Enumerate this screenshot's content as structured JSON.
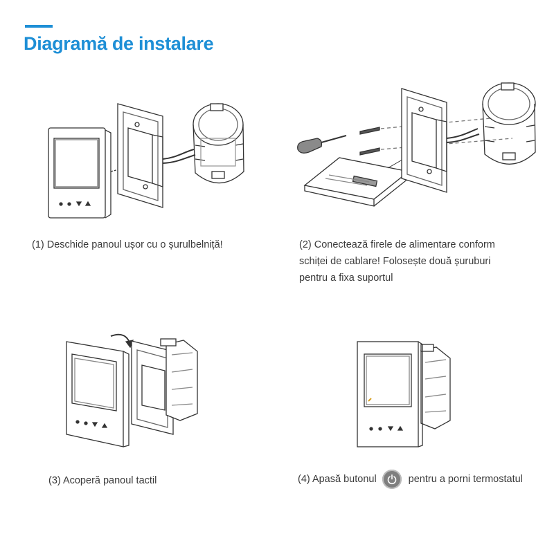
{
  "page": {
    "title": "Diagramă de instalare",
    "accent_color": "#1e8fd6"
  },
  "steps": [
    {
      "caption": "(1) Deschide panoul ușor cu o șurulbelniță!"
    },
    {
      "caption_line1": "(2) Conectează firele de alimentare conform",
      "caption_line2": "schiței de cablare! Folosește două șuruburi",
      "caption_line3": "pentru a fixa suportul"
    },
    {
      "caption": "(3) Acoperă panoul tactil"
    },
    {
      "caption_before": "(4) Apasă butonul",
      "caption_after": "pentru a porni termostatul",
      "icon": "power-icon"
    }
  ]
}
